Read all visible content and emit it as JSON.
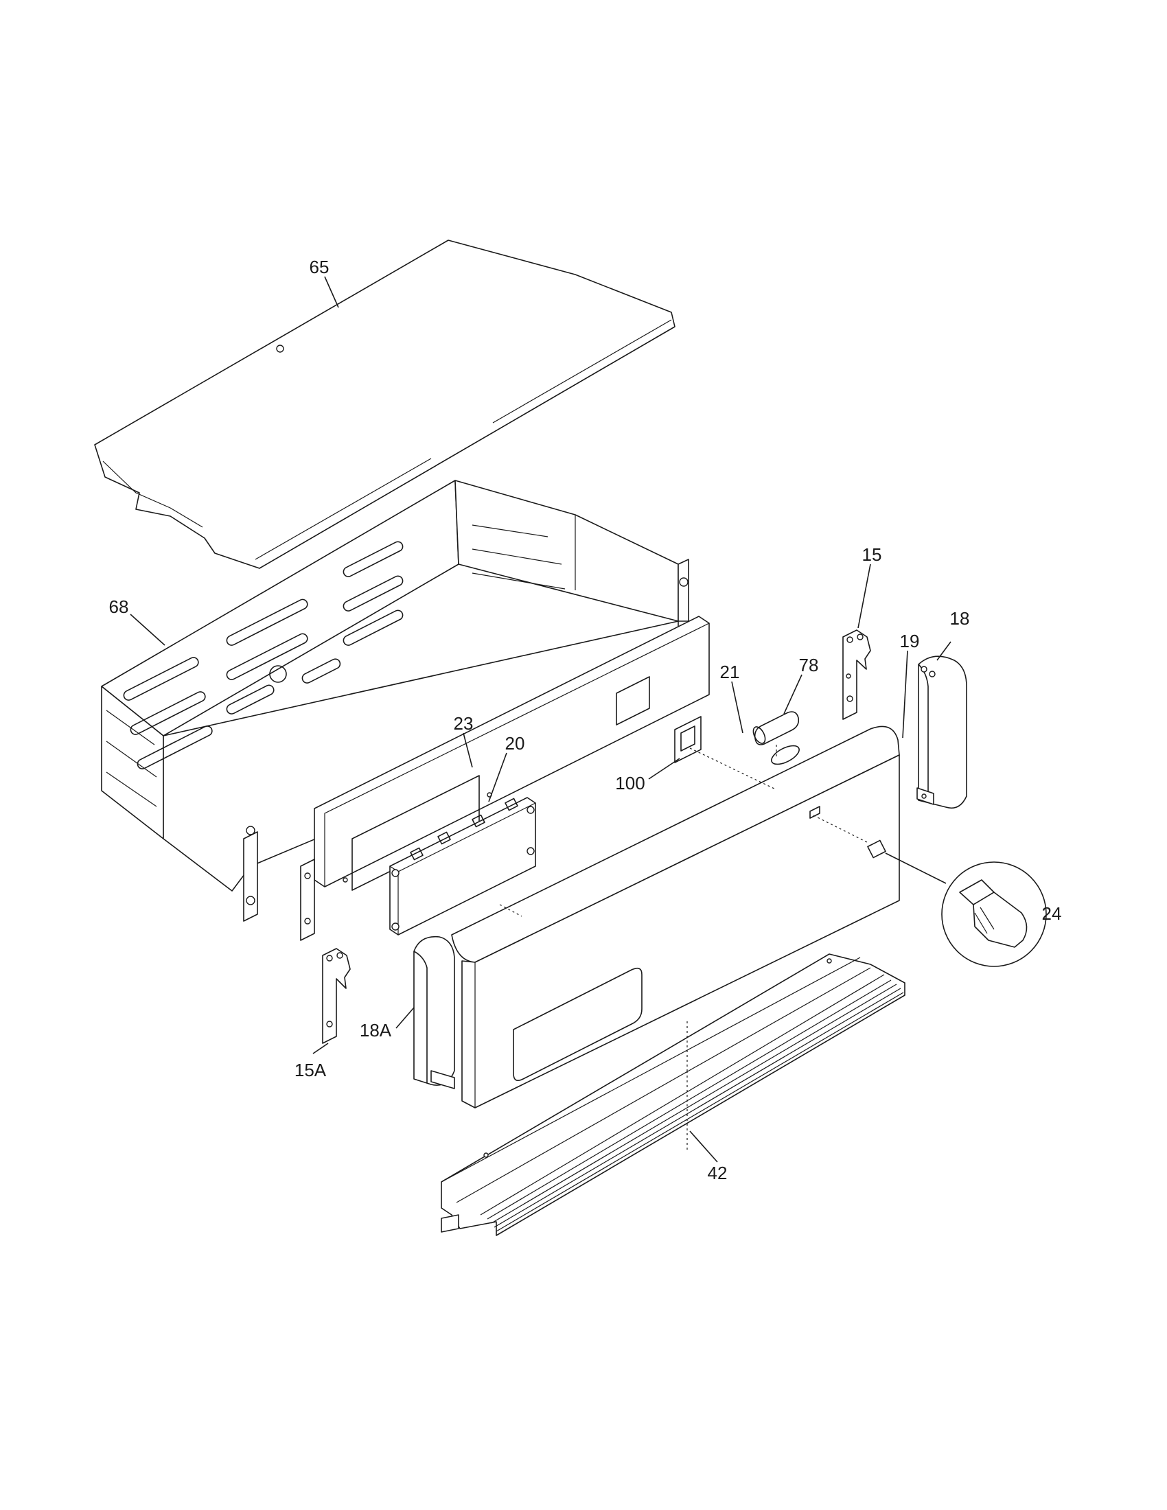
{
  "callouts": {
    "c65": "65",
    "c68": "68",
    "c23": "23",
    "c20": "20",
    "c100": "100",
    "c21": "21",
    "c78": "78",
    "c15": "15",
    "c19": "19",
    "c18": "18",
    "c24": "24",
    "c18a": "18A",
    "c15a": "15A",
    "c42": "42"
  }
}
